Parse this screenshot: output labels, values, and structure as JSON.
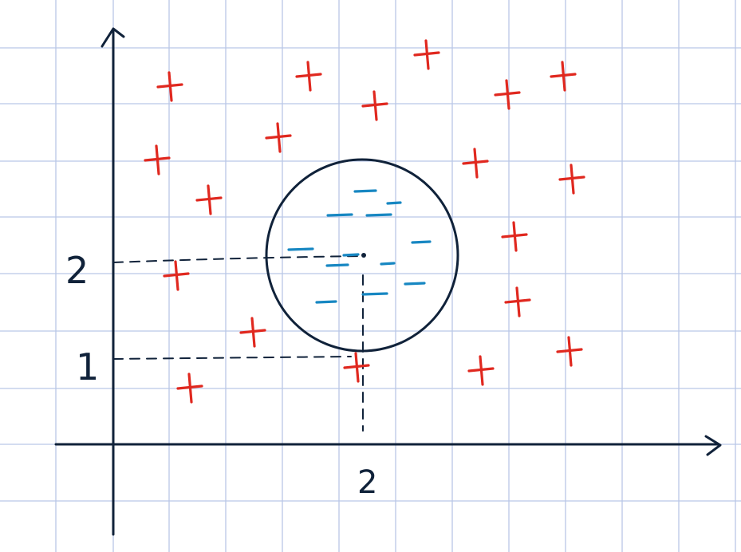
{
  "labels": {
    "y_tick_upper": "2",
    "y_tick_lower": "1",
    "x_tick": "2"
  },
  "points": {
    "positive_symbol": "+",
    "negative_symbol": "−",
    "positive_color": "#e0281f",
    "negative_color": "#1787c2"
  },
  "colors": {
    "grid": "#b9c7e6",
    "ink": "#10223a",
    "background": "#ffffff"
  },
  "shapes": {
    "circle": "circle-outline",
    "center": "center-dot"
  }
}
